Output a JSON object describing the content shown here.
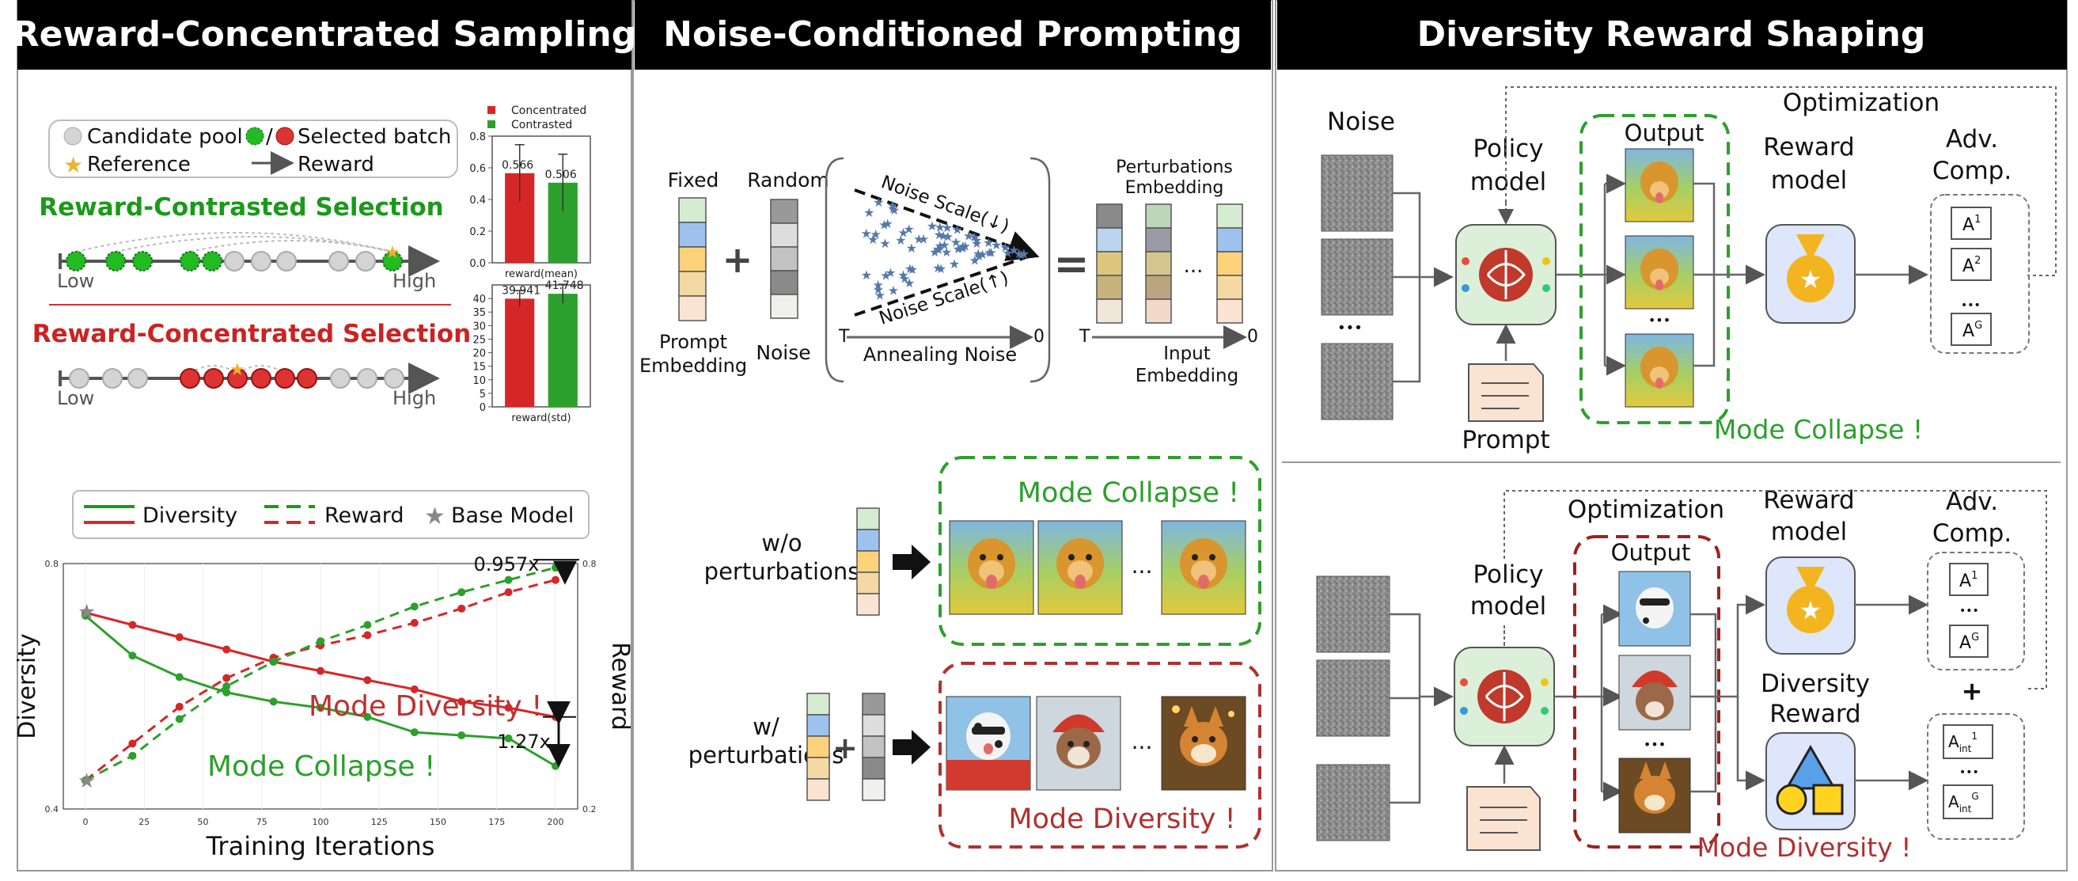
{
  "panels": {
    "left": {
      "title": "Reward-Concentrated Sampling",
      "legend": {
        "candidate_pool": "Candidate pool",
        "slash": "/",
        "selected_batch": "Selected batch",
        "reference": "Reference",
        "reward": "Reward"
      },
      "contrasted_title": "Reward-Contrasted Selection",
      "concentrated_title": "Reward-Concentrated Selection",
      "low": "Low",
      "high": "High",
      "bar_legend": {
        "concentrated": "Concentrated",
        "contrasted": "Contrasted"
      },
      "line_legend": {
        "diversity": "Diversity",
        "reward": "Reward",
        "base_model": "Base Model"
      },
      "mode_diversity": "Mode Diversity !",
      "mode_collapse": "Mode Collapse !",
      "annot_top": "0.957x",
      "annot_bottom": "1.27x"
    },
    "middle": {
      "title": "Noise-Conditioned Prompting",
      "fixed": "Fixed",
      "random": "Random",
      "prompt_embedding_1": "Prompt",
      "prompt_embedding_2": "Embedding",
      "noise": "Noise",
      "noise_scale_down": "Noise Scale(↓)",
      "noise_scale_up": "Noise Scale(↑)",
      "annealing_noise": "Annealing Noise",
      "t_label": "T",
      "zero_label": "0",
      "perturb_embed_1": "Perturbations",
      "perturb_embed_2": "Embedding",
      "ellipsis": "...",
      "input_embed_1": "Input",
      "input_embed_2": "Embedding",
      "wo_1": "w/o",
      "wo_2": "perturbations",
      "w_1": "w/",
      "w_2": "perturbations",
      "mode_collapse": "Mode Collapse !",
      "mode_diversity": "Mode Diversity !"
    },
    "right": {
      "title": "Diversity Reward Shaping",
      "noise": "Noise",
      "optimization": "Optimization",
      "output": "Output",
      "policy_1": "Policy",
      "policy_2": "model",
      "reward_1": "Reward",
      "reward_2": "model",
      "adv_1": "Adv.",
      "adv_2": "Comp.",
      "prompt": "Prompt",
      "mode_collapse": "Mode Collapse !",
      "mode_diversity": "Mode Diversity !",
      "diversity_1": "Diversity",
      "diversity_2": "Reward",
      "plus": "+",
      "adv_a": "A",
      "sup_1": "1",
      "sup_2": "2",
      "sup_g": "G",
      "sub_int": "int",
      "dots": "•••"
    }
  },
  "chart_data": [
    {
      "type": "bar",
      "categories": [
        "Concentrated",
        "Contrasted"
      ],
      "values": [
        0.566,
        0.506
      ],
      "errors": [
        0.18,
        0.18
      ],
      "xlabel": "reward(mean)",
      "ylim": [
        0,
        0.8
      ],
      "yticks": [
        "0.0",
        "0.2",
        "0.4",
        "0.6",
        "0.8"
      ],
      "value_labels": [
        "0.566",
        "0.506"
      ],
      "colors": [
        "#d62728",
        "#2ca02c"
      ]
    },
    {
      "type": "bar",
      "categories": [
        "Concentrated",
        "Contrasted"
      ],
      "values": [
        39.941,
        41.748
      ],
      "errors": [
        3.0,
        3.5
      ],
      "xlabel": "reward(std)",
      "ylim": [
        0,
        45
      ],
      "yticks": [
        "0",
        "5",
        "10",
        "15",
        "20",
        "25",
        "30",
        "35",
        "40"
      ],
      "value_labels": [
        "39.941",
        "41.748"
      ],
      "colors": [
        "#d62728",
        "#2ca02c"
      ]
    },
    {
      "type": "line",
      "x": [
        0,
        20,
        40,
        60,
        80,
        100,
        120,
        140,
        160,
        180,
        200
      ],
      "xticks": [
        "0",
        "25",
        "50",
        "75",
        "100",
        "125",
        "150",
        "175",
        "200"
      ],
      "xlabel": "Training Iterations",
      "ylabel": "Diversity",
      "y2label": "Reward",
      "ylim": [
        0.4,
        0.8
      ],
      "y2lim": [
        0.2,
        0.8
      ],
      "series": [
        {
          "name": "Diversity",
          "color": "#d62728",
          "dashed": false,
          "axis": "left",
          "values": [
            0.72,
            0.7,
            0.68,
            0.66,
            0.64,
            0.625,
            0.61,
            0.595,
            0.575,
            0.565,
            0.55
          ]
        },
        {
          "name": "Reward",
          "color": "#d62728",
          "dashed": true,
          "axis": "right",
          "values": [
            0.27,
            0.36,
            0.45,
            0.52,
            0.57,
            0.6,
            0.625,
            0.655,
            0.69,
            0.73,
            0.76
          ]
        },
        {
          "name": "Diversity",
          "color": "#2ca02c",
          "dashed": false,
          "axis": "left",
          "values": [
            0.715,
            0.65,
            0.615,
            0.59,
            0.575,
            0.565,
            0.55,
            0.525,
            0.52,
            0.515,
            0.47
          ]
        },
        {
          "name": "Reward",
          "color": "#2ca02c",
          "dashed": true,
          "axis": "right",
          "values": [
            0.27,
            0.33,
            0.42,
            0.5,
            0.56,
            0.61,
            0.65,
            0.695,
            0.73,
            0.76,
            0.79
          ]
        }
      ],
      "base_model": {
        "x": 0,
        "diversity": 0.722,
        "reward": 0.27
      },
      "yticks": [
        "0.4",
        "0.8"
      ],
      "y2ticks": [
        "0.2",
        "0.8"
      ]
    }
  ]
}
